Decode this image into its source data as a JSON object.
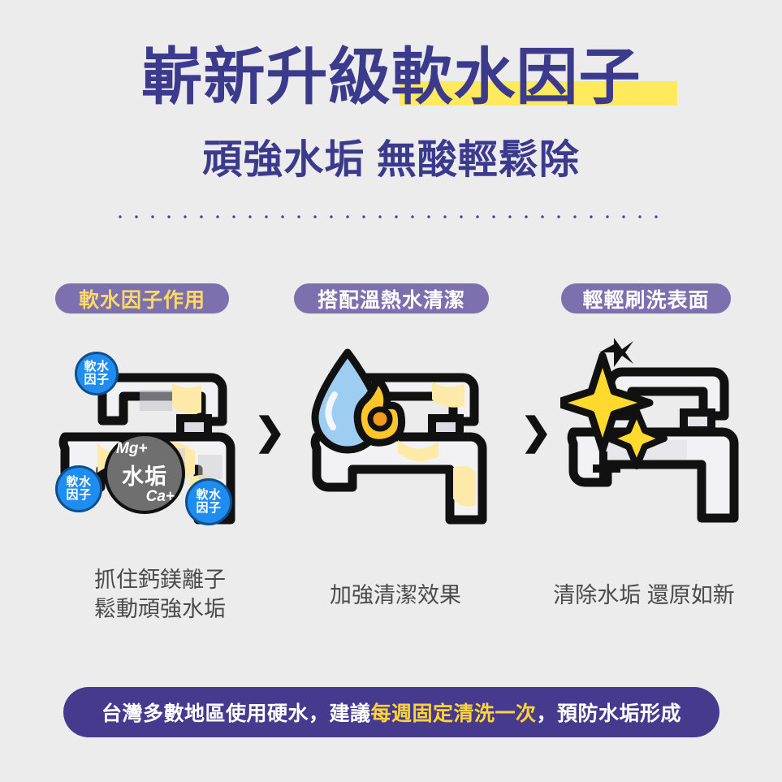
{
  "theme": {
    "background": "#ececec",
    "brand_purple": "#3b3a8c",
    "pill_purple": "#7d70ae",
    "footer_purple": "#463a8e",
    "highlight_yellow": "#ffe95c",
    "accent_yellow": "#ffd43b",
    "badge_blue": "#1f8cf0",
    "scale_gray": "#6f6f6f"
  },
  "header": {
    "title": "嶄新升級軟水因子",
    "title_highlight_part": "軟水因子",
    "subtitle": "頑強水垢 無酸輕鬆除"
  },
  "steps": [
    {
      "pill_label": "軟水因子作用",
      "pill_text_color": "#ffd966",
      "caption_line1": "抓住鈣鎂離子",
      "caption_line2": "鬆動頑強水垢",
      "illustration": "faucet-with-limescale"
    },
    {
      "pill_label": "搭配溫熱水清潔",
      "pill_text_color": "#ffffff",
      "caption_line1": "加強清潔效果",
      "caption_line2": "",
      "illustration": "faucet-with-hot-water-drop"
    },
    {
      "pill_label": "輕輕刷洗表面",
      "pill_text_color": "#ffffff",
      "caption_line1": "清除水垢 還原如新",
      "caption_line2": "",
      "illustration": "faucet-sparkling-clean"
    }
  ],
  "badges": {
    "softener_line1": "軟水",
    "softener_line2": "因子",
    "scale_ion_top": "Mg+",
    "scale_center": "水垢",
    "scale_ion_bottom": "Ca+"
  },
  "arrows": {
    "chevron": "❯"
  },
  "footer": {
    "text_before": "台灣多數地區使用硬水，建議",
    "text_accent": "每週固定清洗一次",
    "text_after": "，預防水垢形成"
  }
}
